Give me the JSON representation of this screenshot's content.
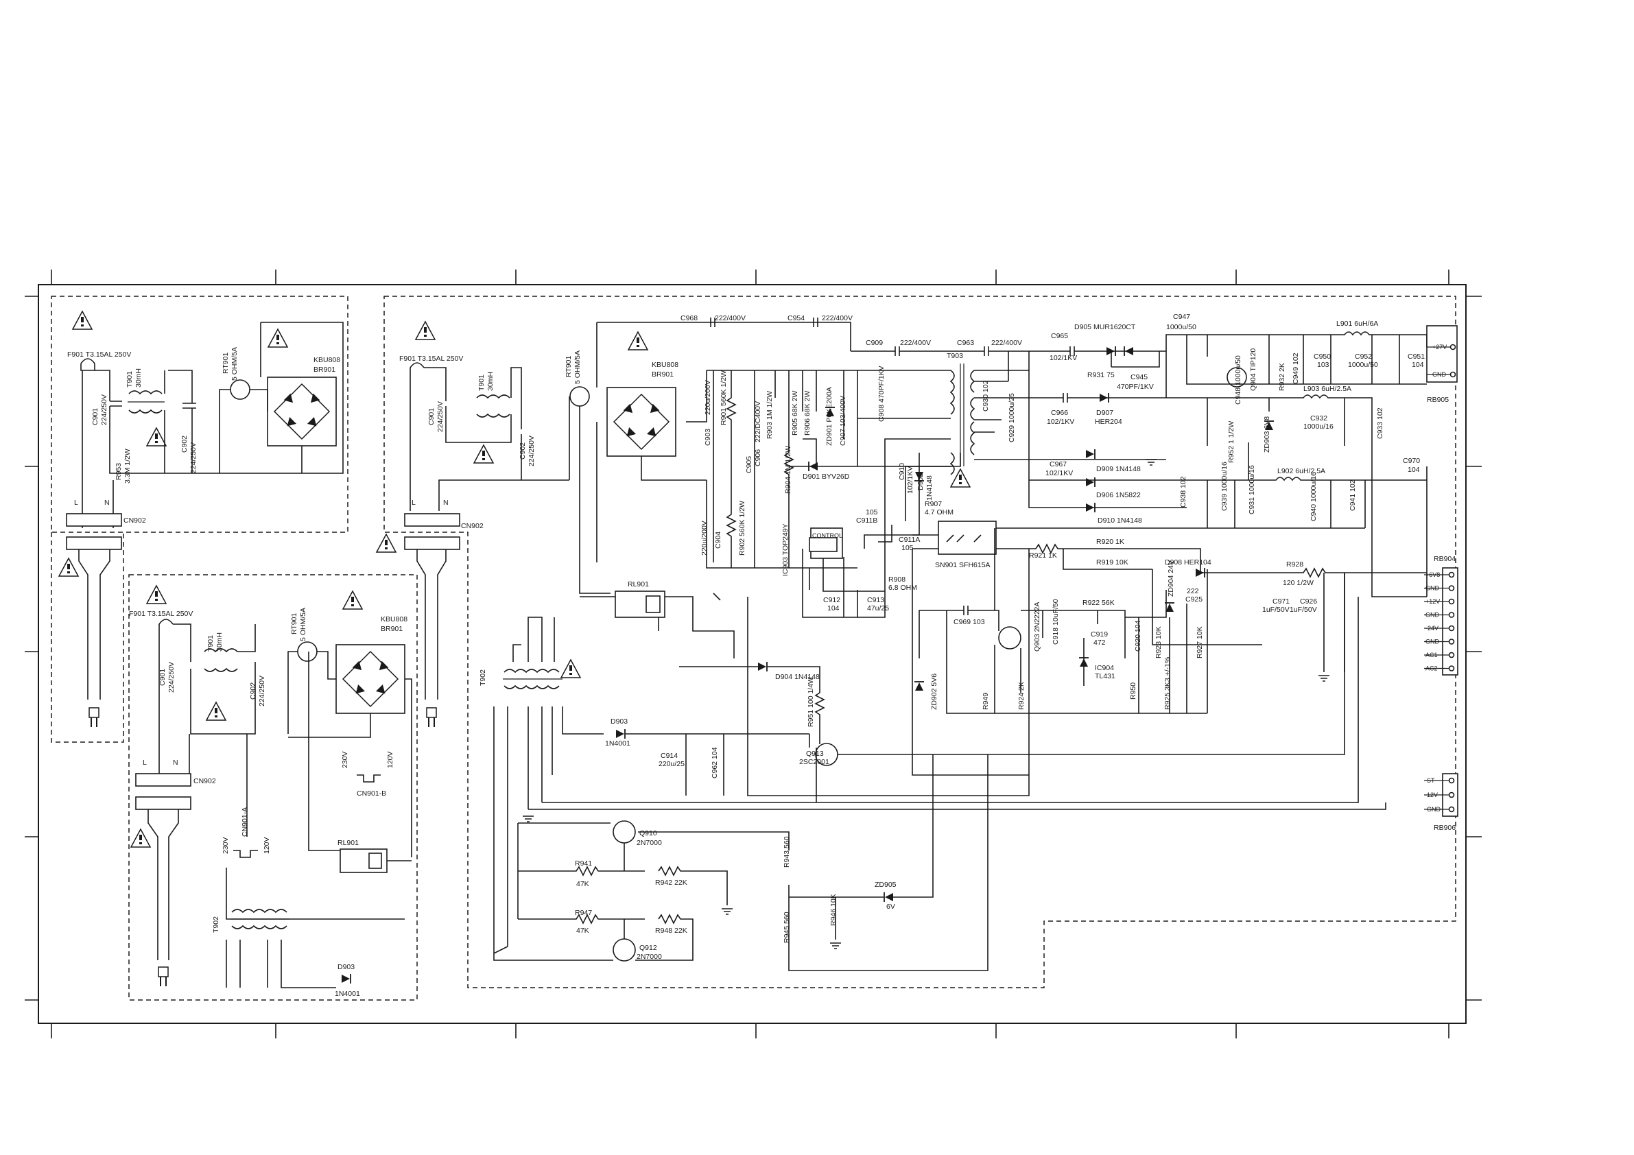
{
  "left_board": {
    "fuse": "F901 T3.15AL 250V",
    "choke": "T901",
    "choke_value": "30mH",
    "cap_x1": "C901",
    "cap_x1_value": "224/250V",
    "cap_x2": "C902",
    "cap_x2_value": "224/250V",
    "resistor": "R953",
    "resistor_value": "3.3M 1/2W",
    "thermistor": "RT901",
    "thermistor_value": "5 OHM/5A",
    "bridge": "KBU808",
    "bridge_ref": "BR901",
    "connector": "CN902",
    "terminal_l": "L",
    "terminal_n": "N"
  },
  "lower_board": {
    "fuse": "F901 T3.15AL 250V",
    "choke": "T901",
    "choke_value": "30mH",
    "cap_x1": "C901",
    "cap_x1_value": "224/250V",
    "cap_x2": "C902",
    "cap_x2_value": "224/250V",
    "thermistor": "RT901",
    "thermistor_value": "5 OHM/5A",
    "bridge": "KBU808",
    "bridge_ref": "BR901",
    "connector": "CN902",
    "selector_a": "CN901-A",
    "selector_b": "CN901-B",
    "v230": "230V",
    "v120": "120V",
    "relay": "RL901",
    "transformer": "T902",
    "diode": "D903",
    "diode_value": "1N4001",
    "terminal_l": "L",
    "terminal_n": "N"
  },
  "main_board": {
    "fuse": "F901 T3.15AL 250V",
    "choke": "T901",
    "choke_value": "30mH",
    "cap_x1": "C901",
    "cap_x1_value": "224/250V",
    "cap_x2": "C902",
    "cap_x2_value": "224/250V",
    "connector": "CN902",
    "terminal_l": "L",
    "terminal_n": "N",
    "thermistor": "RT901",
    "thermistor_value": "5 OHM/5A",
    "bridge": "KBU808",
    "bridge_ref": "BR901",
    "c968": "C968",
    "c968_value": "222/400V",
    "c954": "C954",
    "c954_value": "222/400V",
    "c909": "C909",
    "c909_value": "222/400V",
    "c963": "C963",
    "c963_value": "222/400V",
    "c903": "C903",
    "c903_value": "220u/200V",
    "c904": "C904",
    "c904_value": "220u/200V",
    "r901": "R901 560K 1/2W",
    "r902": "R902 560K 1/2W",
    "c905": "C905",
    "c905_value": "222/DC400V",
    "c906": "C906",
    "c906_value": "222/DC400V",
    "r903": "R903 1M 1/2W",
    "r904": "R904 1M 1/2W",
    "r905": "R905 68K 2W",
    "r906": "R906 68K 2W",
    "zd901": "ZD901 P6KE200A",
    "d901": "D901 BYV26D",
    "c907": "C907 103/400V",
    "c908": "C908 470PF/1KV",
    "t903": "T903",
    "c910": "C910",
    "c910_value": "102/1KV",
    "d902": "D902",
    "d902_value": "1N4148",
    "r907": "R907",
    "r907_value": "4.7 OHM",
    "c911a": "C911A",
    "c911a_value": "105",
    "c911b": "C911B",
    "c911b_value": "105",
    "ic903": "IC903 TOP249Y",
    "control": "CONTROL",
    "r908": "R908",
    "r908_value": "6.8 OHM",
    "c912": "C912",
    "c912_value": "104",
    "c913": "C913",
    "c913_value": "47u/25",
    "sn901": "SN901 SFH615A",
    "r920": "R920 1K",
    "r921": "R921 1K",
    "r919": "R919 10K",
    "c965": "C965",
    "c965_value": "102/1KV",
    "d905": "D905 MUR1620CT",
    "r931": "R931 75",
    "c945": "C945",
    "c945_value": "470PF/1KV",
    "c966": "C966",
    "c966_value": "102/1KV",
    "d907": "D907",
    "d907_value": "HER204",
    "c967": "C967",
    "c967_value": "102/1KV",
    "d909": "D909 1N4148",
    "d906": "D906 1N5822",
    "d910": "D910 1N4148",
    "c930": "C930 102",
    "c929": "C929 1000u/25",
    "c947": "C947",
    "c947_value": "1000u/50",
    "c948": "C948 1000u/50",
    "q904": "Q904 TIP120",
    "r932": "R932 2K",
    "c949": "C949 102",
    "c950": "C950",
    "c950_value": "103",
    "l901": "L901 6uH/6A",
    "c952": "C952",
    "c952_value": "1000u/50",
    "c951": "C951",
    "c951_value": "104",
    "r952": "R952 1 1/2W",
    "zd903": "ZD903 6V8",
    "l903": "L903 6uH/2.5A",
    "c932": "C932",
    "c932_value": "1000u/16",
    "c933": "C933 102",
    "c970": "C970",
    "c970_value": "104",
    "c938": "C938 102",
    "c939": "C939 1000u/16",
    "c931": "C931 1000u/16",
    "l902": "L902 6uH/2.5A",
    "c940": "C940 1000u/16",
    "c941": "C941 102",
    "d908": "D908 HER104",
    "r928": "R928",
    "r928_value": "120 1/2W",
    "c925": "C925",
    "c925_value": "222",
    "c971": "C971",
    "c971_value": "1uF/50V",
    "c926": "C926",
    "c926_value": "1uF/50V",
    "c969": "C969 103",
    "r922": "R922 56K",
    "q903": "Q903 2N2222A",
    "c918": "C918 10uF/50",
    "c919": "C919",
    "c919_value": "472",
    "c920": "C920 104",
    "ic904": "IC904",
    "ic904_value": "TL431",
    "r923": "R923 10K",
    "zd904": "ZD904 24V",
    "r927": "R927 10K",
    "r949": "R949",
    "r924": "R924 2K",
    "r950": "R950",
    "r925": "R925 3K3 +/-1%",
    "zd902": "ZD902 5V6",
    "rl901": "RL901",
    "t902": "T902",
    "d904": "D904 1N4148",
    "r951": "R951 100 1/4W",
    "d903": "D903",
    "d903_value": "1N4001",
    "c914": "C914",
    "c914_value": "220u/25",
    "c962": "C962 104",
    "q913": "Q913",
    "q913_value": "2SC2001",
    "q910": "Q910",
    "q910_value": "2N7000",
    "r941": "R941",
    "r941_value": "47K",
    "r942": "R942 22K",
    "r943": "R943 560",
    "zd905": "ZD905",
    "zd905_value": "6V",
    "r947": "R947",
    "r947_value": "47K",
    "r948": "R948 22K",
    "r945": "R945 560",
    "r946": "R946 10K",
    "q912": "Q912",
    "q912_value": "2N7000"
  },
  "connectors": {
    "rb905": {
      "ref": "RB905",
      "pins": [
        "+27V",
        "GND"
      ]
    },
    "rb904": {
      "ref": "RB904",
      "pins": [
        "+6V8",
        "GND",
        "+12V",
        "GND",
        "-24V",
        "GND",
        "AC1",
        "AC2"
      ]
    },
    "rb906": {
      "ref": "RB906",
      "pins": [
        "ST",
        "12V",
        "GND"
      ]
    }
  }
}
